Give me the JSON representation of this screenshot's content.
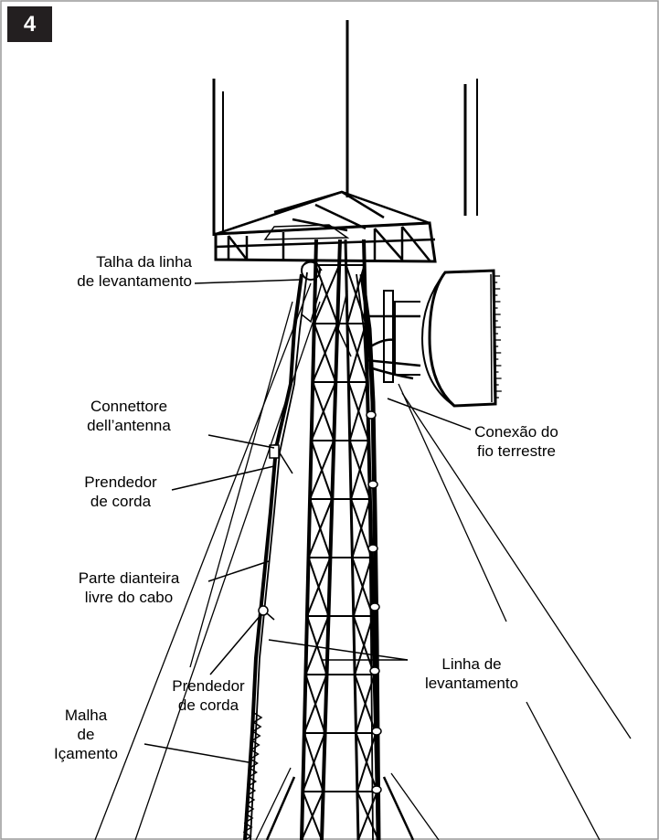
{
  "figure": {
    "number": "4",
    "labels": {
      "talha_line1": "Talha da linha",
      "talha_line2": "de levantamento",
      "connettore_line1": "Connettore",
      "connettore_line2": "dell’antenna",
      "prendedor1_line1": "Prendedor",
      "prendedor1_line2": "de corda",
      "parte_line1": "Parte dianteira",
      "parte_line2": "livre do cabo",
      "prendedor2_line1": "Prendedor",
      "prendedor2_line2": "de corda",
      "malha_line1": "Malha",
      "malha_line2": "de",
      "malha_line3": "Içamento",
      "conexao_line1": "Conexão do",
      "conexao_line2": "fio terrestre",
      "linha_line1": "Linha de",
      "linha_line2": "levantamento"
    }
  }
}
